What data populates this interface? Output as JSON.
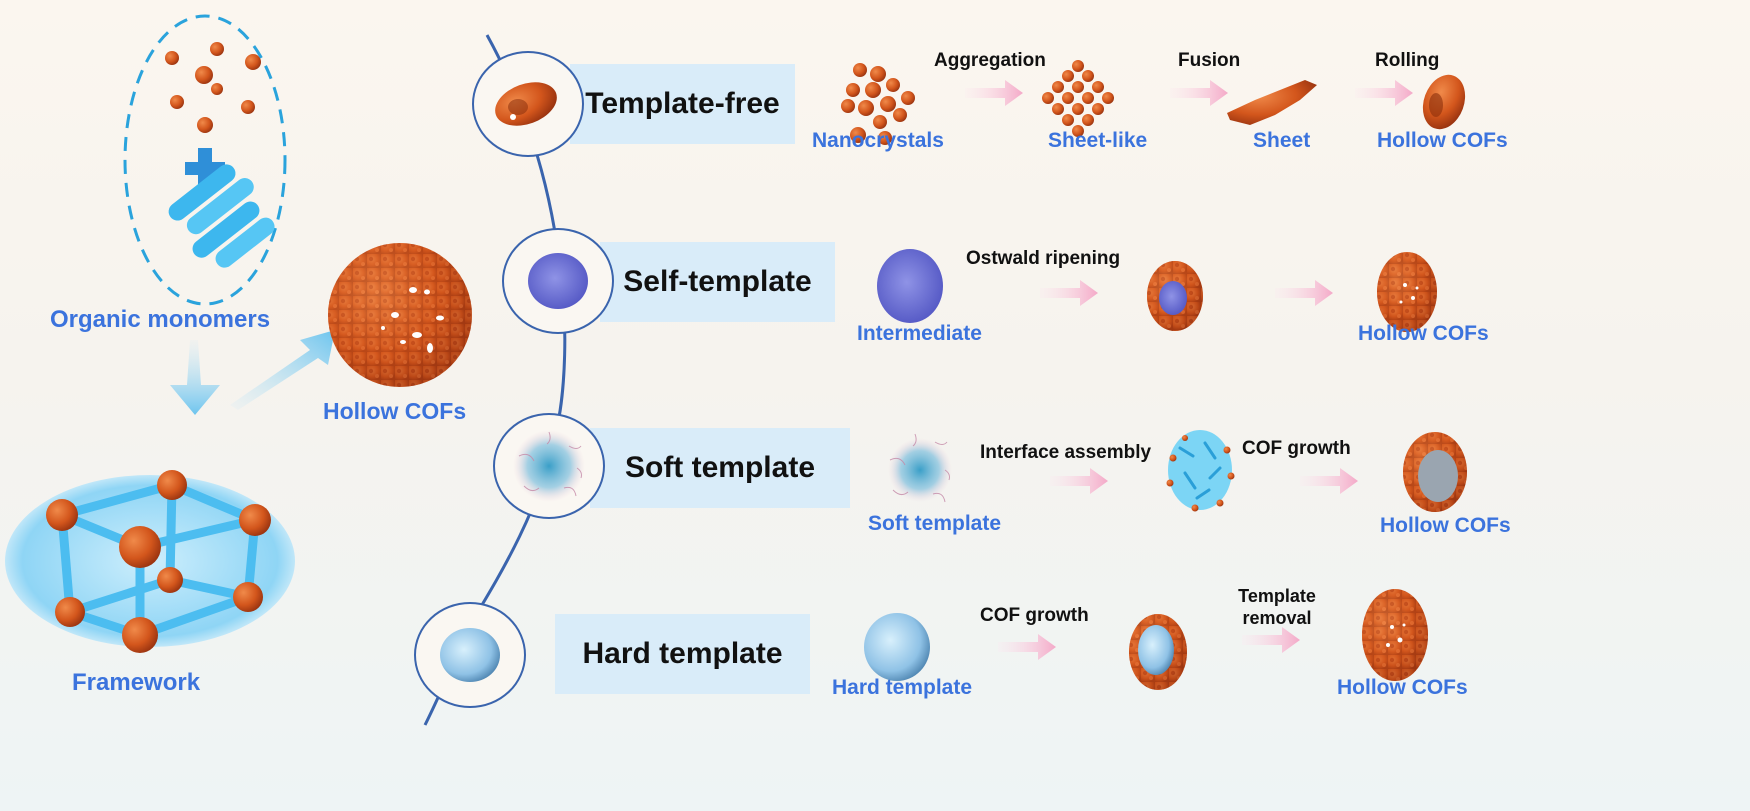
{
  "left_panel": {
    "monomers_label": "Organic monomers",
    "framework_label": "Framework",
    "hollow_cofs_label": "Hollow COFs"
  },
  "methods": [
    {
      "name": "Template-free",
      "steps": [
        "Aggregation",
        "Fusion",
        "Rolling"
      ],
      "stages": [
        "Nanocrystals",
        "Sheet-like",
        "Sheet",
        "Hollow COFs"
      ]
    },
    {
      "name": "Self-template",
      "steps": [
        "Ostwald ripening",
        ""
      ],
      "stages": [
        "Intermediate",
        "",
        "Hollow COFs"
      ]
    },
    {
      "name": "Soft template",
      "steps": [
        "Interface  assembly",
        "COF growth"
      ],
      "stages": [
        "Soft template",
        "",
        "Hollow COFs"
      ]
    },
    {
      "name": "Hard template",
      "steps": [
        "COF growth",
        "Template removal"
      ],
      "stages": [
        "Hard template",
        "",
        "Hollow COFs"
      ]
    }
  ],
  "colors": {
    "orange": "#d3561c",
    "cyan": "#46bdf0",
    "purple": "#6a6fd6",
    "label_blue": "#3b73dd",
    "timeline_blue": "#3a64ad",
    "box_blue": "#d9ecf9",
    "arrow_pink": "#f4b6d0"
  }
}
